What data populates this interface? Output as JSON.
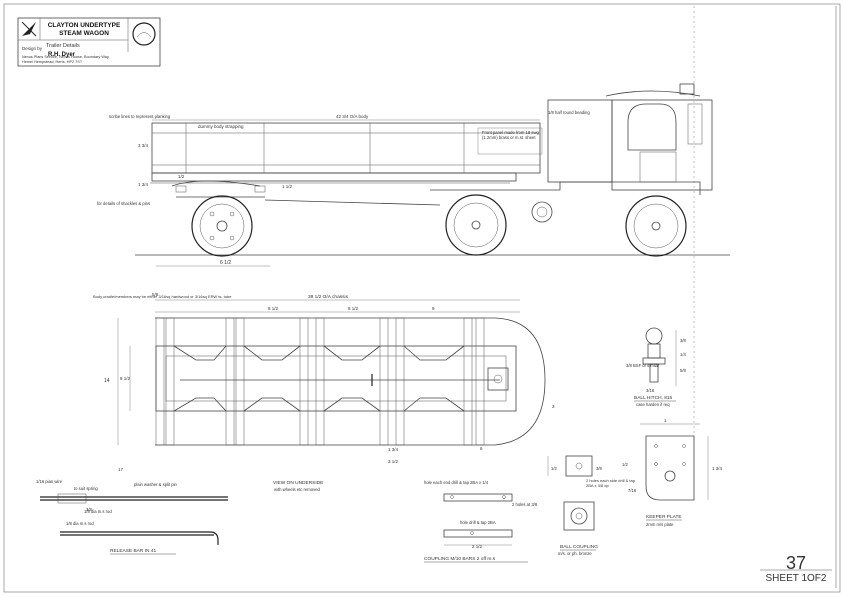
{
  "title_block": {
    "line1": "CLAYTON UNDERTYPE",
    "line2": "STEAM WAGON",
    "subtitle": "Trailer Details",
    "designer_label": "Design by",
    "designer": "R.H. Dyer",
    "address1": "Nexus Plans Service, Nexus House, Boundary Way,",
    "address2": "Hemel Hempstead, Herts, HP2 7ST"
  },
  "sheet": {
    "number": "37",
    "label": "SHEET 1OF2"
  },
  "side_view": {
    "note_scribe": "scribe lines to represent planking",
    "note_dummy": "dummy body strapping",
    "dim_body": "42 3/4 O/A body",
    "note_half_round": "1/8 half round beading",
    "note_front_panel": "Front panel made from 18 swg (1.2mm) brass or m.st. sheet",
    "note_shackles": "for details of shackles & pins",
    "dim_bottom": "6 1/2",
    "dim_height_a": "3 3/4",
    "dim_height_b": "1 3/4",
    "dim_small": "1 1/2",
    "dim_ride": "1/2"
  },
  "plan_view": {
    "note_body": "Body cradle/members may be either 3/16sq hardwood or 3/16sq ERW ts. tube",
    "dim_overall": "38 1/2 O/A chassis",
    "dim_left": "5/8",
    "dim_bay1": "8 1/2",
    "dim_bay2": "8 1/2",
    "dim_bay3": "9",
    "dim_width_outer": "14",
    "dim_width_inner": "8 1/2",
    "dim_bottom_a": "1 3/4",
    "dim_bottom_b": "3 1/2",
    "dim_bottom_c": "6",
    "dim_bottom_d": "3"
  },
  "release_bar": {
    "caption": "RELEASE BAR  IN 41",
    "note_wire": "1/16 pian wire",
    "note_spring": "to suit spring",
    "note_split": "plain washer & split pin",
    "note_rod": "1/8 dia m.s rod",
    "note_end": "1/8 dia m.s rod",
    "dim_len": "17",
    "dim_small": "3/8"
  },
  "underside": {
    "caption": "VIEW ON UNDERSIDE",
    "sub": "with wheels etc removed"
  },
  "coupling_bars": {
    "caption": "COUPLING M/10 BARS 2 off m.s",
    "note_drill_top": "hole each end drill & tap 2BA x 1/4",
    "note_holes": "2 holes at 3/8",
    "note_drill_bottom": "hole drill & tap 2BA",
    "dim_len": "2 1/2"
  },
  "ball_hitch": {
    "caption": "BALL HITCH, 815",
    "sub": "case harden if req",
    "note_ball": "3/8 BSF or similar",
    "dim_a": "3/8",
    "dim_b": "1/4",
    "dim_c": "5/8",
    "dim_d": "3/16"
  },
  "ball_coupling": {
    "caption": "BALL COUPLING",
    "sub": "m/s. or ph. bronze",
    "note": "2 holes each side drill & tap 2BA x 3/8 dp",
    "dim_a": "1/2",
    "dim_b": "3/8"
  },
  "keeper_plate": {
    "caption": "KEEPER PLATE",
    "sub": "2mm m/s plate",
    "dim_w": "1",
    "dim_h": "1 3/4",
    "dim_a": "1/2",
    "dim_b": "7/16"
  }
}
